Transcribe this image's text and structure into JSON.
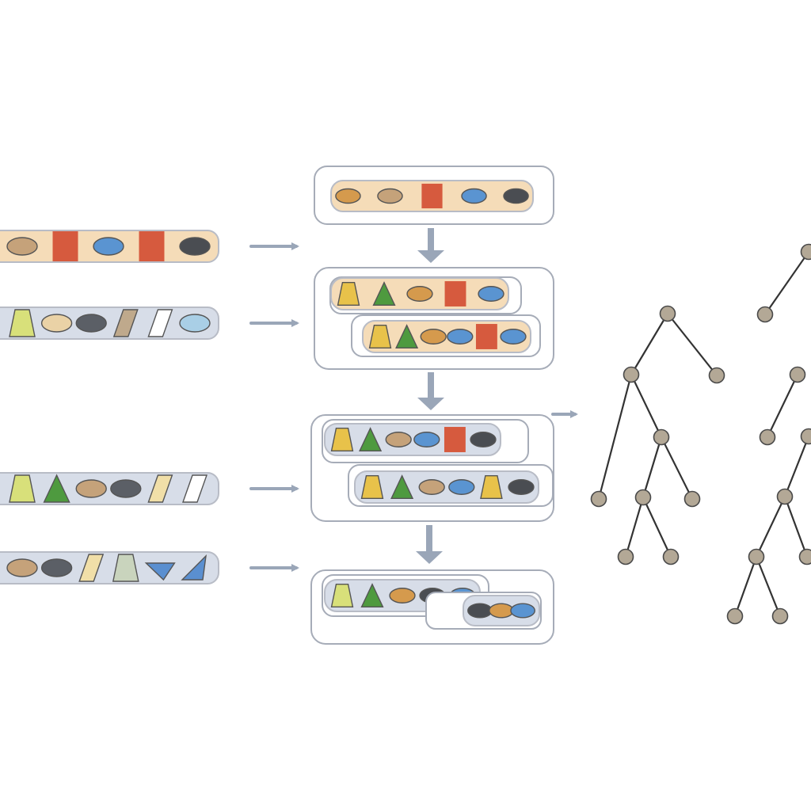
{
  "colors": {
    "frame_stroke": "#a6acb8",
    "arrow": "#9aa6b8",
    "arrow_head": "#9aa6b8",
    "node_fill": "#b3a896",
    "node_stroke": "#4a4a4a",
    "edge": "#333333",
    "strip_warm": "#f5dcb8",
    "strip_cool": "#d7dde8",
    "strip_stroke": "#b8bcc6"
  },
  "shape_palette": {
    "orange_oval": "#d59a4d",
    "tan_oval": "#c5a27a",
    "red_square": "#d65a3e",
    "blue_oval": "#5a94d1",
    "dark_oval": "#4a4d52",
    "yellow_trap": "#e8c24a",
    "green_tri": "#4e9a3f",
    "lime_trap": "#d8e07a",
    "beige_oval": "#ead2a6",
    "gray_oval": "#5b5f66",
    "sand_para": "#bfa98c",
    "white_para": "#ffffff",
    "light_blue_oval": "#a9cfe6",
    "cream_para": "#f1dfa8",
    "sage_trap": "#c9d4bd",
    "blue_wedge": "#5a8fd0"
  },
  "input_sequences": [
    {
      "id": "seq-1",
      "tone": "warm",
      "items": [
        "tan_oval",
        "red_square",
        "blue_oval",
        "red_square",
        "dark_oval"
      ]
    },
    {
      "id": "seq-2",
      "tone": "cool",
      "items": [
        "lime_trap",
        "beige_oval",
        "gray_oval",
        "sand_para",
        "white_para",
        "light_blue_oval"
      ]
    },
    {
      "id": "seq-3",
      "tone": "cool",
      "items": [
        "lime_trap",
        "green_tri",
        "tan_oval",
        "gray_oval",
        "cream_para",
        "white_para"
      ]
    },
    {
      "id": "seq-4",
      "tone": "cool",
      "items": [
        "tan_oval",
        "gray_oval",
        "cream_para",
        "sage_trap",
        "blue_wedge",
        "blue_wedge"
      ]
    }
  ],
  "stages": [
    {
      "id": "stage-1",
      "strips": [
        [
          "orange_oval",
          "tan_oval",
          "red_square",
          "blue_oval",
          "dark_oval"
        ]
      ]
    },
    {
      "id": "stage-2",
      "strips": [
        [
          "yellow_trap",
          "green_tri",
          "orange_oval",
          "red_square",
          "blue_oval"
        ],
        [
          "yellow_trap",
          "green_tri",
          "orange_oval",
          "blue_oval",
          "red_square",
          "blue_oval"
        ]
      ]
    },
    {
      "id": "stage-3",
      "strips": [
        [
          "yellow_trap",
          "green_tri",
          "tan_oval",
          "blue_oval",
          "red_square",
          "dark_oval"
        ],
        [
          "yellow_trap",
          "green_tri",
          "tan_oval",
          "blue_oval",
          "yellow_trap",
          "dark_oval"
        ]
      ]
    },
    {
      "id": "stage-4",
      "strips": [
        [
          "lime_trap",
          "green_tri",
          "orange_oval",
          "dark_oval",
          "blue_oval"
        ],
        [
          "dark_oval",
          "orange_oval",
          "blue_oval"
        ]
      ]
    }
  ],
  "tree_count": 2
}
